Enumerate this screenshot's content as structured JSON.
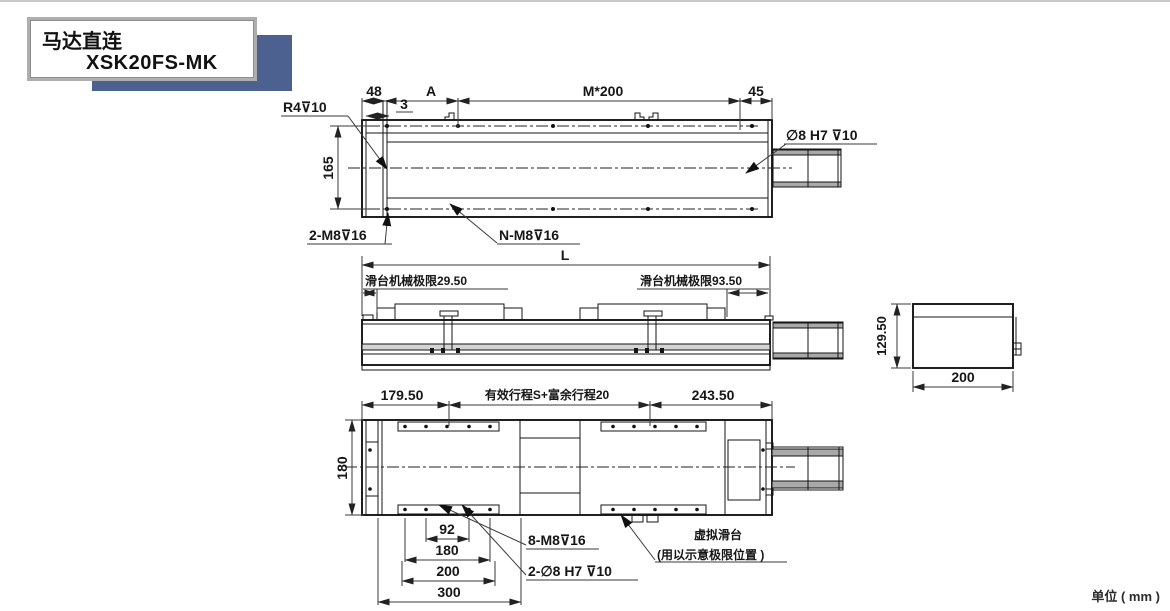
{
  "title_block": {
    "series_name": "马达直连",
    "model": "XSK20FS-MK"
  },
  "top_view": {
    "dim_48": "48",
    "dim_a": "A",
    "dim_3": "3",
    "dim_pitch": "M*200",
    "dim_45": "45",
    "dim_165": "165",
    "label_corner": "R4⊽10",
    "label_end_holes": "2-M8⊽16",
    "label_mount_holes": "N-M8⊽16",
    "label_pin_hole": "∅8 H7 ⊽10"
  },
  "side_view": {
    "dim_length": "L",
    "limit_left": "滑台机械极限29.50",
    "limit_right": "滑台机械极限93.50"
  },
  "end_view": {
    "dim_height": "129.50",
    "dim_width": "200"
  },
  "bottom_view": {
    "dim_left": "179.50",
    "dim_stroke": "有效行程S+富余行程20",
    "dim_right": "243.50",
    "dim_width_vertical": "180",
    "dim_92": "92",
    "dim_180": "180",
    "dim_200": "200",
    "dim_300": "300",
    "label_slider_holes": "8-M8⊽16",
    "label_pin_holes": "2-∅8 H7 ⊽10",
    "label_virtual_line1": "虚拟滑台",
    "label_virtual_line2": "(用以示意极限位置 )"
  },
  "footer": {
    "unit_note": "单位 ( mm )"
  }
}
